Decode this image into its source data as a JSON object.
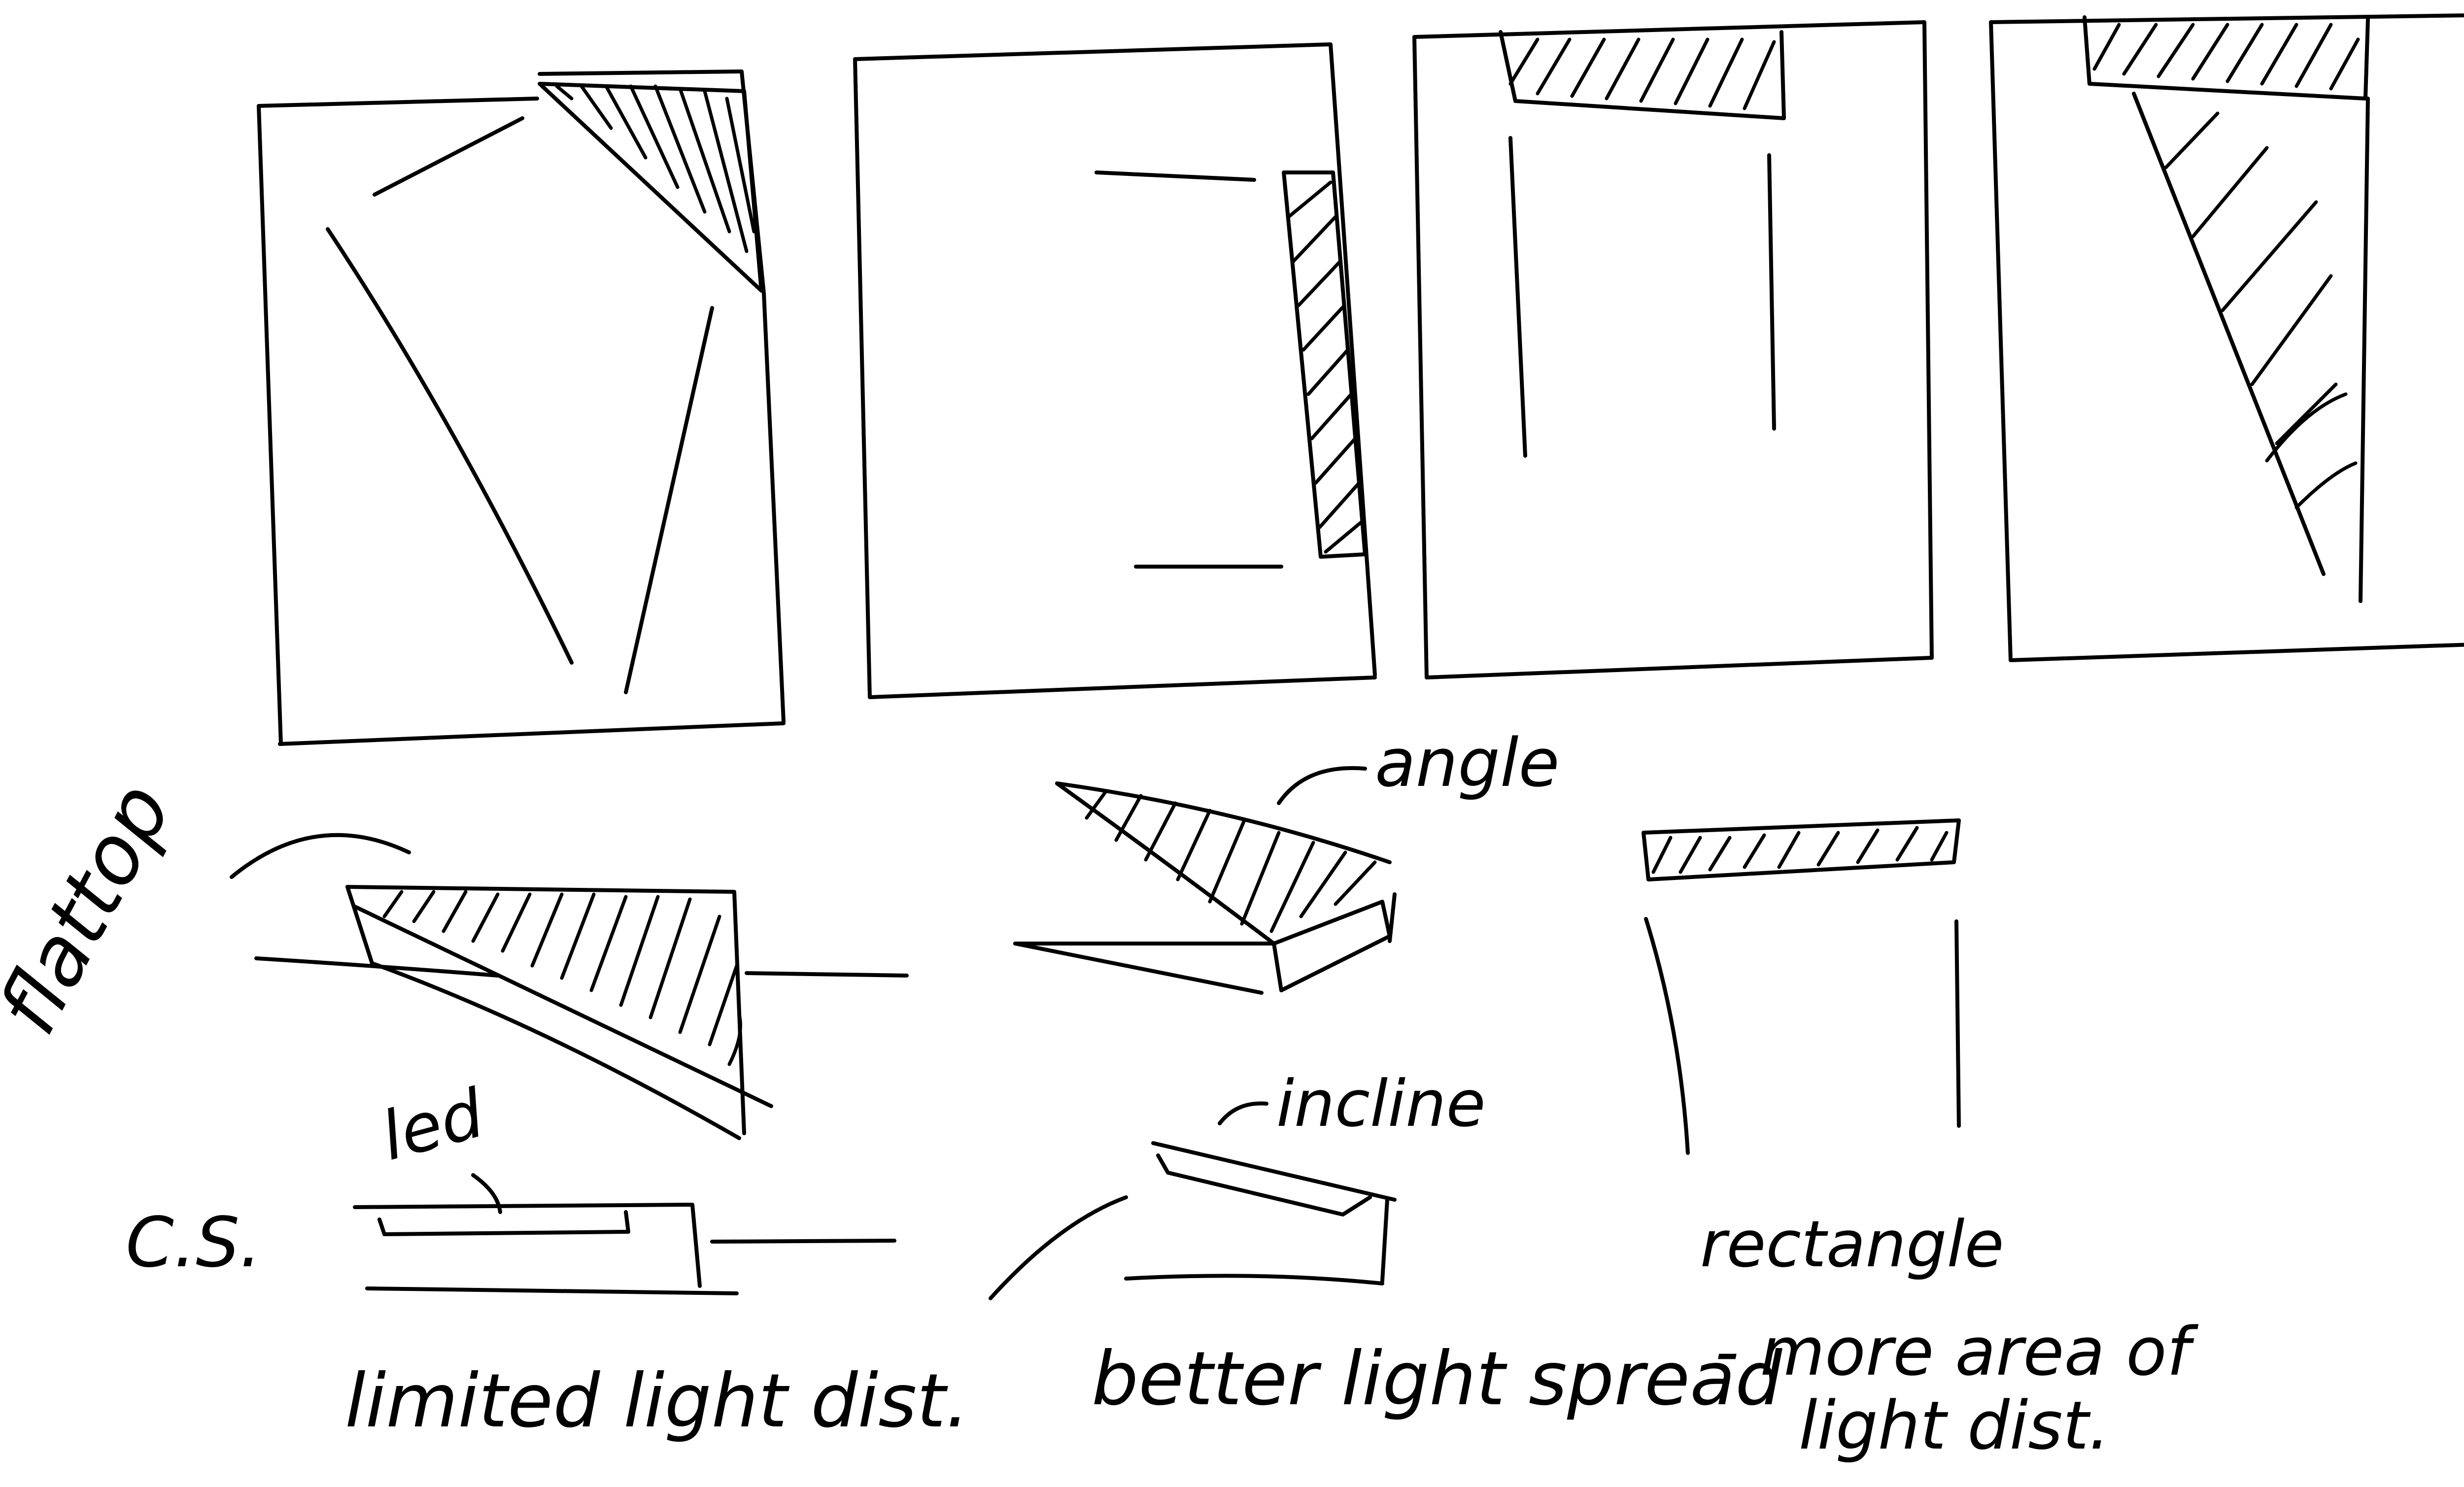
{
  "labels": {
    "flattop": "flattop",
    "led": "led",
    "cs": "C.S.",
    "angle": "angle",
    "incline": "incline",
    "rectangle": "rectangle",
    "caption_flattop": "limited light dist.",
    "caption_angle": "better light spread",
    "caption_rect_1": "- more area of",
    "caption_rect_2": "light dist."
  },
  "colors": {
    "ink": "#000000",
    "paper": "#ffffff"
  }
}
